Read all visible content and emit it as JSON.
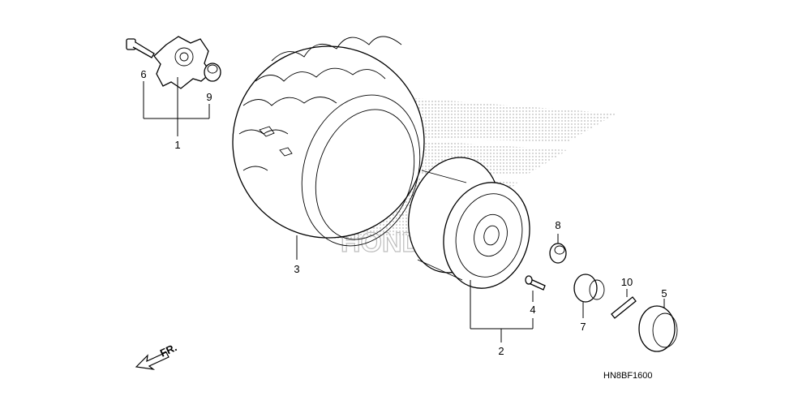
{
  "diagram": {
    "callouts": {
      "c1": "1",
      "c2": "2",
      "c3": "3",
      "c4": "4",
      "c5": "5",
      "c6": "6",
      "c7": "7",
      "c8": "8",
      "c9": "9",
      "c10": "10"
    },
    "direction_label": "FR.",
    "drawing_code": "HN8BF1600",
    "watermark_text": "HONDA"
  }
}
